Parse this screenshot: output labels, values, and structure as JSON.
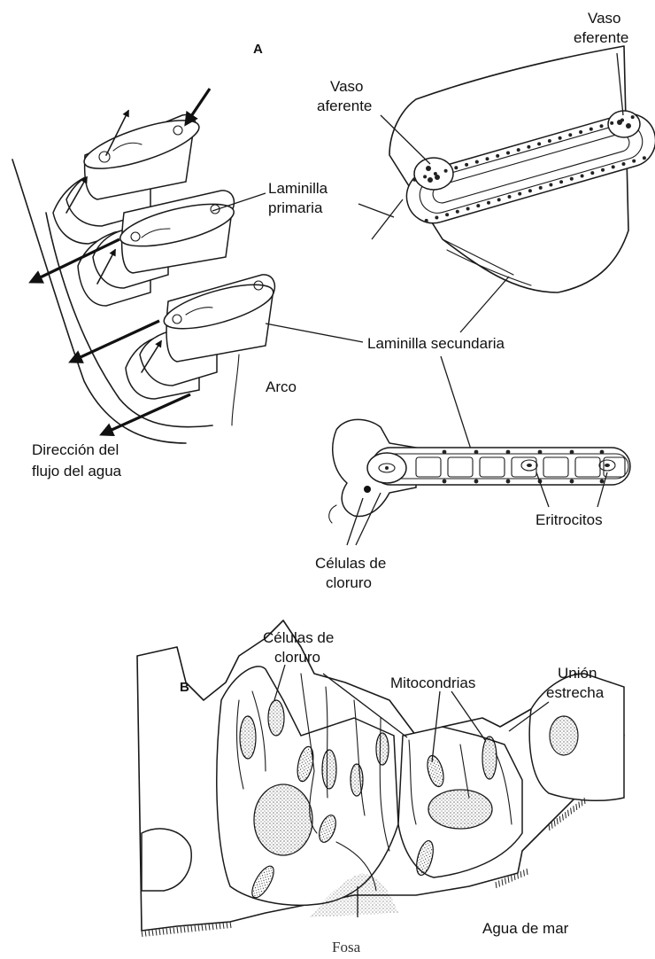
{
  "panel_a": {
    "letter": "A",
    "labels": {
      "vaso_aferente": [
        "Vaso",
        "aferente"
      ],
      "vaso_eferente": [
        "Vaso",
        "eferente"
      ],
      "laminilla_primaria": [
        "Laminilla",
        "primaria"
      ],
      "laminilla_secundaria": "Laminilla secundaria",
      "arco": "Arco",
      "direccion_flujo": [
        "Dirección del",
        "flujo del agua"
      ],
      "eritrocitos": "Eritrocitos",
      "celulas_cloruro": [
        "Células de",
        "cloruro"
      ]
    }
  },
  "panel_b": {
    "letter": "B",
    "labels": {
      "celulas_cloruro": [
        "Células de",
        "cloruro"
      ],
      "mitocondrias": "Mitocondrias",
      "union_estrecha": [
        "Unión",
        "estrecha"
      ],
      "fosa": "Fosa",
      "agua_de_mar": "Agua de mar"
    }
  }
}
